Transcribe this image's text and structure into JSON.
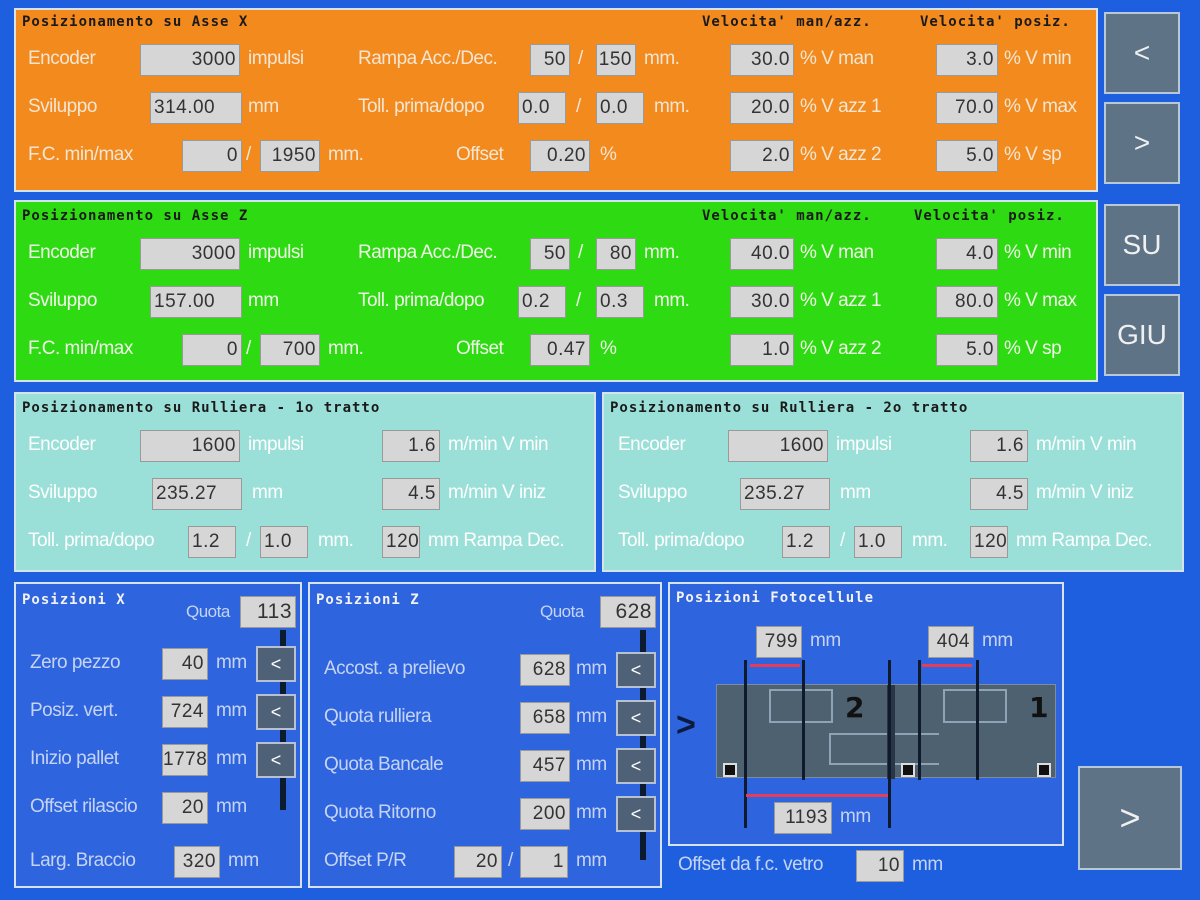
{
  "axis_x": {
    "title": "Posizionamento su Asse X",
    "header_man": "Velocita' man/azz.",
    "header_pos": "Velocita' posiz.",
    "encoder_label": "Encoder",
    "encoder_value": "3000",
    "encoder_unit": "impulsi",
    "sviluppo_label": "Sviluppo",
    "sviluppo_value": "314.00",
    "sviluppo_unit": "mm",
    "fc_label": "F.C. min/max",
    "fc_min": "0",
    "fc_max": "1950",
    "fc_unit": "mm.",
    "rampa_label": "Rampa Acc./Dec.",
    "rampa_acc": "50",
    "rampa_dec": "150",
    "rampa_unit": "mm.",
    "toll_label": "Toll. prima/dopo",
    "toll_prima": "0.0",
    "toll_dopo": "0.0",
    "toll_unit": "mm.",
    "offset_label": "Offset",
    "offset_value": "0.20",
    "offset_unit": "%",
    "v_man": "30.0",
    "v_man_label": "% V man",
    "v_azz1": "20.0",
    "v_azz1_label": "% V azz 1",
    "v_azz2": "2.0",
    "v_azz2_label": "% V azz 2",
    "v_min": "3.0",
    "v_min_label": "% V min",
    "v_max": "70.0",
    "v_max_label": "% V max",
    "v_sp": "5.0",
    "v_sp_label": "% V sp"
  },
  "axis_z": {
    "title": "Posizionamento su Asse Z",
    "header_man": "Velocita' man/azz.",
    "header_pos": "Velocita' posiz.",
    "encoder_label": "Encoder",
    "encoder_value": "3000",
    "encoder_unit": "impulsi",
    "sviluppo_label": "Sviluppo",
    "sviluppo_value": "157.00",
    "sviluppo_unit": "mm",
    "fc_label": "F.C. min/max",
    "fc_min": "0",
    "fc_max": "700",
    "fc_unit": "mm.",
    "rampa_label": "Rampa Acc./Dec.",
    "rampa_acc": "50",
    "rampa_dec": "80",
    "rampa_unit": "mm.",
    "toll_label": "Toll. prima/dopo",
    "toll_prima": "0.2",
    "toll_dopo": "0.3",
    "toll_unit": "mm.",
    "offset_label": "Offset",
    "offset_value": "0.47",
    "offset_unit": "%",
    "v_man": "40.0",
    "v_man_label": "% V man",
    "v_azz1": "30.0",
    "v_azz1_label": "% V azz 1",
    "v_azz2": "1.0",
    "v_azz2_label": "% V azz 2",
    "v_min": "4.0",
    "v_min_label": "% V min",
    "v_max": "80.0",
    "v_max_label": "% V max",
    "v_sp": "5.0",
    "v_sp_label": "% V sp"
  },
  "rulliera1": {
    "title": "Posizionamento su Rulliera - 1o tratto",
    "encoder_label": "Encoder",
    "encoder_value": "1600",
    "encoder_unit": "impulsi",
    "sviluppo_label": "Sviluppo",
    "sviluppo_value": "235.27",
    "sviluppo_unit": "mm",
    "toll_label": "Toll. prima/dopo",
    "toll_prima": "1.2",
    "toll_dopo": "1.0",
    "toll_unit": "mm.",
    "v_min": "1.6",
    "v_min_label": "m/min V min",
    "v_iniz": "4.5",
    "v_iniz_label": "m/min V iniz",
    "rampa": "120",
    "rampa_label": "mm Rampa Dec."
  },
  "rulliera2": {
    "title": "Posizionamento su Rulliera - 2o tratto",
    "encoder_label": "Encoder",
    "encoder_value": "1600",
    "encoder_unit": "impulsi",
    "sviluppo_label": "Sviluppo",
    "sviluppo_value": "235.27",
    "sviluppo_unit": "mm",
    "toll_label": "Toll. prima/dopo",
    "toll_prima": "1.2",
    "toll_dopo": "1.0",
    "toll_unit": "mm.",
    "v_min": "1.6",
    "v_min_label": "m/min V min",
    "v_iniz": "4.5",
    "v_iniz_label": "m/min V iniz",
    "rampa": "120",
    "rampa_label": "mm Rampa Dec."
  },
  "pos_x": {
    "title": "Posizioni X",
    "quota_label": "Quota",
    "quota_value": "113",
    "unit": "mm",
    "rows": [
      {
        "label": "Zero pezzo",
        "value": "40"
      },
      {
        "label": "Posiz. vert.",
        "value": "724"
      },
      {
        "label": "Inizio pallet",
        "value": "1778"
      },
      {
        "label": "Offset rilascio",
        "value": "20"
      },
      {
        "label": "Larg. Braccio",
        "value": "320"
      }
    ]
  },
  "pos_z": {
    "title": "Posizioni Z",
    "quota_label": "Quota",
    "quota_value": "628",
    "unit": "mm",
    "rows": [
      {
        "label": "Accost. a prelievo",
        "value": "628"
      },
      {
        "label": "Quota rulliera",
        "value": "658"
      },
      {
        "label": "Quota Bancale",
        "value": "457"
      },
      {
        "label": "Quota Ritorno",
        "value": "200"
      }
    ],
    "offset_label": "Offset P/R",
    "offset_p": "20",
    "offset_r": "1"
  },
  "fotocellule": {
    "title": "Posizioni Fotocellule",
    "val_left": "799",
    "val_right": "404",
    "val_bottom": "1193",
    "unit": "mm",
    "label_2": "2",
    "label_1": "1",
    "offset_label": "Offset da f.c. vetro",
    "offset_value": "10",
    "offset_unit": "mm"
  },
  "side": {
    "prev": "<",
    "next": ">",
    "su": "SU",
    "giu": "GIU",
    "next_page": ">",
    "arrow_foto": ">",
    "btn_arrow": "<",
    "slash": "/"
  }
}
